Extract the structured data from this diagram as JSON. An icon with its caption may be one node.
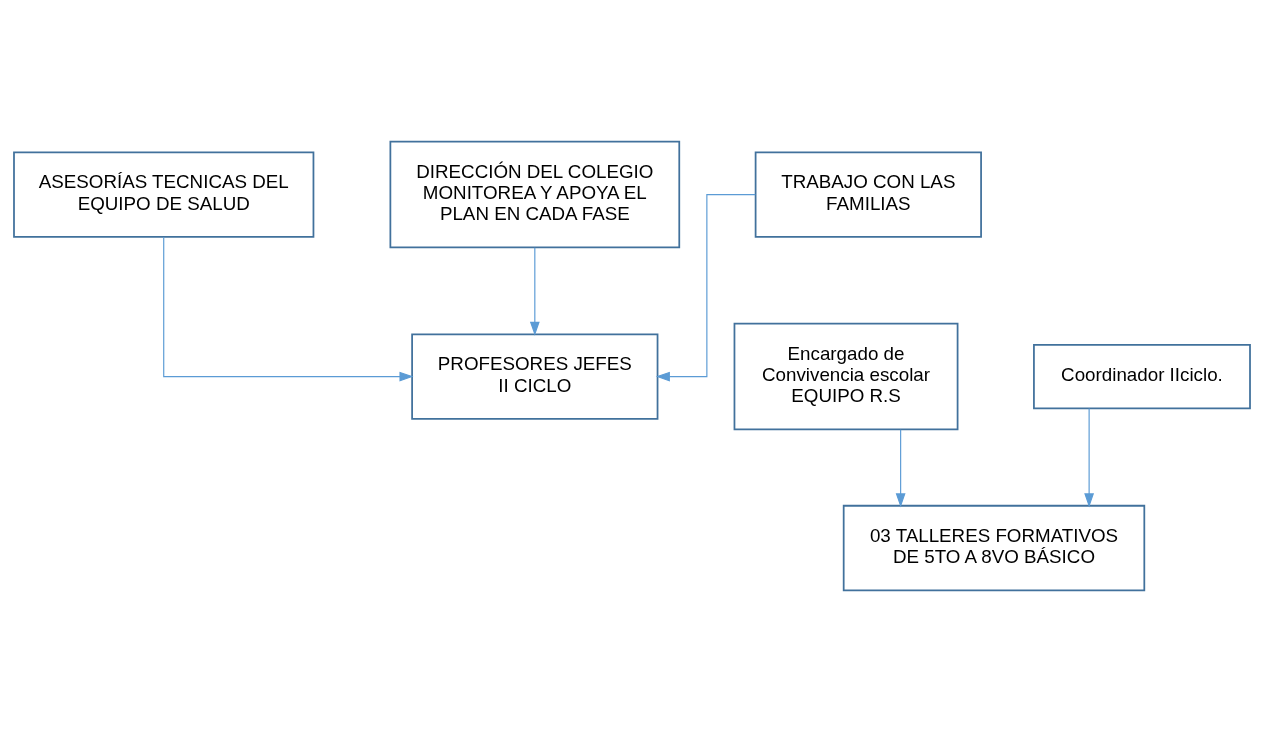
{
  "diagram": {
    "nodes": [
      {
        "text": [
          "ASESORÍAS TECNICAS DEL EQUIPO DE SALUD"
        ]
      },
      {
        "text": [
          "DIRECCIÓN DEL COLEGIO MONITOREA Y APOYA EL PLAN EN CADA FASE"
        ]
      },
      {
        "text": [
          "TRABAJO CON LAS FAMILIAS"
        ]
      },
      {
        "text": [
          "Encargado de Convivencia escolar EQUIPO R.S"
        ]
      },
      {
        "text": [
          "PROFESORES JEFES II CICLO"
        ]
      },
      {
        "text": [
          "Coordinador IIciclo."
        ]
      },
      {
        "text": [
          "03 TALLERES FORMATIVOS DE 5TO A 8VO BÁSICO"
        ]
      }
    ],
    "edges": [
      {
        "from": 0,
        "to": 4,
        "arrow": "to"
      },
      {
        "from": 1,
        "to": 4,
        "arrow": "to"
      },
      {
        "from": 2,
        "to": 4,
        "arrow": "to"
      },
      {
        "from": 3,
        "to": 6,
        "arrow": "to"
      },
      {
        "from": 5,
        "to": 6,
        "arrow": "to"
      }
    ]
  }
}
